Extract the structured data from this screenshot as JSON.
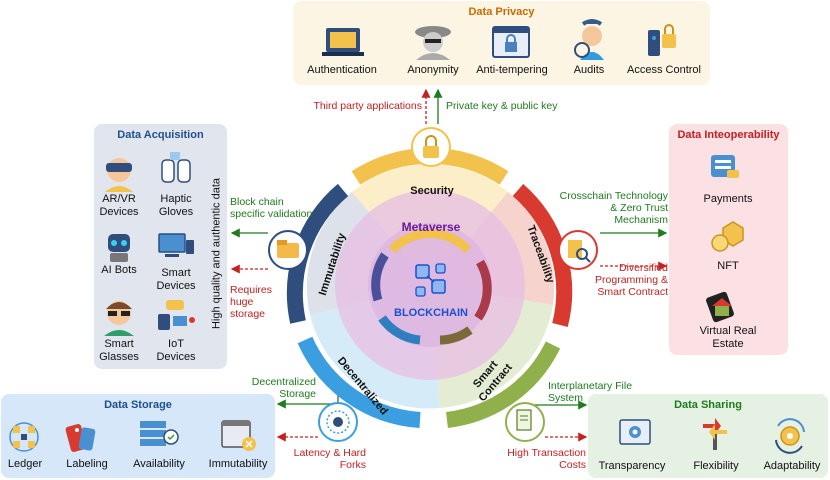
{
  "colors": {
    "privacy_bg": "#fdf5e3",
    "acquisition_bg": "#e1e6ee",
    "interop_bg": "#fbe1e4",
    "storage_bg": "#d5e7f9",
    "sharing_bg": "#e5f1e3",
    "security": "#f2c24c",
    "traceability": "#d93a2f",
    "smart_contract": "#8fb04b",
    "decentralized": "#3a9ee0",
    "immutability": "#2f4e7e",
    "metaverse": "#6a1b9a",
    "blockchain": "#1a4fd0",
    "green_arrow": "#1e7b1e",
    "red_arrow": "#c62020"
  },
  "privacy": {
    "title": "Data Privacy",
    "items": [
      "Authentication",
      "Anonymity",
      "Anti-tempering",
      "Audits",
      "Access Control"
    ]
  },
  "acquisition": {
    "title": "Data Acquisition",
    "items": [
      "AR/VR\nDevices",
      "Haptic\nGloves",
      "AI Bots",
      "Smart\nDevices",
      "Smart\nGlasses",
      "IoT\nDevices"
    ],
    "side_label": "High quality and authentic data"
  },
  "interop": {
    "title": "Data Inteoperability",
    "items": [
      "Payments",
      "NFT",
      "Virtual Real\nEstate"
    ]
  },
  "storage": {
    "title": "Data Storage",
    "items": [
      "Ledger",
      "Labeling",
      "Availability",
      "Immutability"
    ]
  },
  "sharing": {
    "title": "Data Sharing",
    "items": [
      "Transparency",
      "Flexibility",
      "Adaptability"
    ]
  },
  "center": {
    "segments": [
      "Security",
      "Traceability",
      "Smart\nContract",
      "Decentralized",
      "Immutability"
    ],
    "metaverse": "Metaverse",
    "blockchain": "BLOCKCHAIN"
  },
  "annotations": {
    "third_party": "Third party applications",
    "private_key": "Private key & public key",
    "blockchain_validation": "Block chain\nspecific validation",
    "huge_storage": "Requires\nhuge\nstorage",
    "crosschain": "Crosschain Technology\n& Zero Trust\nMechanism",
    "diversified": "Diversified\nProgramming &\nSmart Contract",
    "decentralized_storage": "Decentralized\nStorage",
    "latency": "Latency & Hard\nForks",
    "ipfs": "Interplanetary File\nSystem",
    "high_tx_costs": "High Transaction\nCosts"
  }
}
